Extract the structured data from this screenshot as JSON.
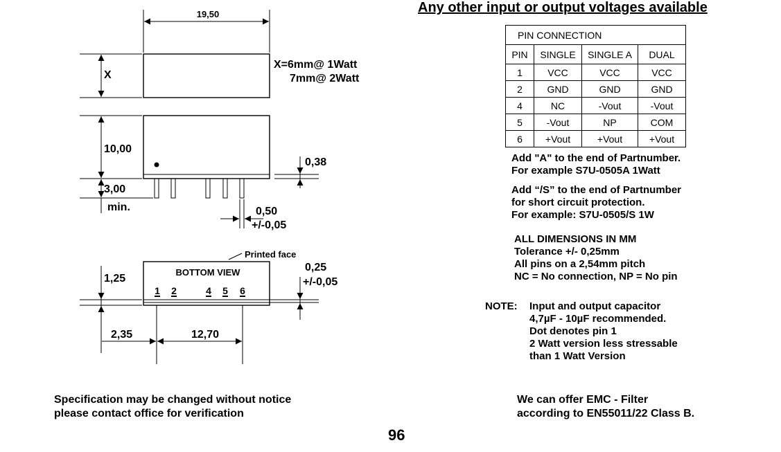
{
  "headline": "Any other input or output voltages available",
  "drawing": {
    "top_view": {
      "width_label": "19,50",
      "height_label": "X",
      "x_note_1": "X=6mm@ 1Watt",
      "x_note_2": "7mm@ 2Watt"
    },
    "side_view": {
      "body_height_label": "10,00",
      "pin_length_label": "3,00",
      "pin_length_suffix": "min.",
      "standoff_label": "0,38",
      "pin_width_label": "0,50",
      "pin_width_tol": "+/-0,05"
    },
    "bottom_view": {
      "title": "BOTTOM VIEW",
      "printed_face": "Printed face",
      "pins": [
        "1",
        "2",
        "4",
        "5",
        "6"
      ],
      "depth_label": "1,25",
      "pin_thickness_label": "0,25",
      "pin_thickness_tol": "+/-0,05",
      "edge_offset_label": "2,35",
      "pin_span_label": "12,70"
    }
  },
  "pin_table": {
    "title": "PIN  CONNECTION",
    "headers": [
      "PIN",
      "SINGLE",
      "SINGLE A",
      "DUAL"
    ],
    "rows": [
      [
        "1",
        "VCC",
        "VCC",
        "VCC"
      ],
      [
        "2",
        "GND",
        "GND",
        "GND"
      ],
      [
        "4",
        "NC",
        "-Vout",
        "-Vout"
      ],
      [
        "5",
        "-Vout",
        "NP",
        "COM"
      ],
      [
        "6",
        "+Vout",
        "+Vout",
        "+Vout"
      ]
    ]
  },
  "notes": {
    "a_suffix": [
      "Add \"A\" to the end of Partnumber.",
      "For example S7U-0505A  1Watt"
    ],
    "s_suffix": [
      "Add “/S” to the end of Partnumber",
      "for short circuit protection.",
      "For example: S7U-0505/S 1W"
    ],
    "dimensions": [
      "ALL  DIMENSIONS  IN  MM",
      "Tolerance   +/- 0,25mm",
      "All pins on a 2,54mm pitch",
      "NC = No connection,  NP = No pin"
    ],
    "note_label": "NOTE:",
    "note_lines": [
      "Input and output capacitor",
      "4,7µF - 10µF recommended.",
      "Dot denotes pin 1",
      "2 Watt version less stressable",
      "than 1 Watt Version"
    ]
  },
  "footer": {
    "left": [
      "Specification may be changed without notice",
      "please contact office for verification"
    ],
    "right": [
      "We can offer EMC - Filter",
      "according to EN55011/22 Class B."
    ],
    "page_number": "96"
  }
}
